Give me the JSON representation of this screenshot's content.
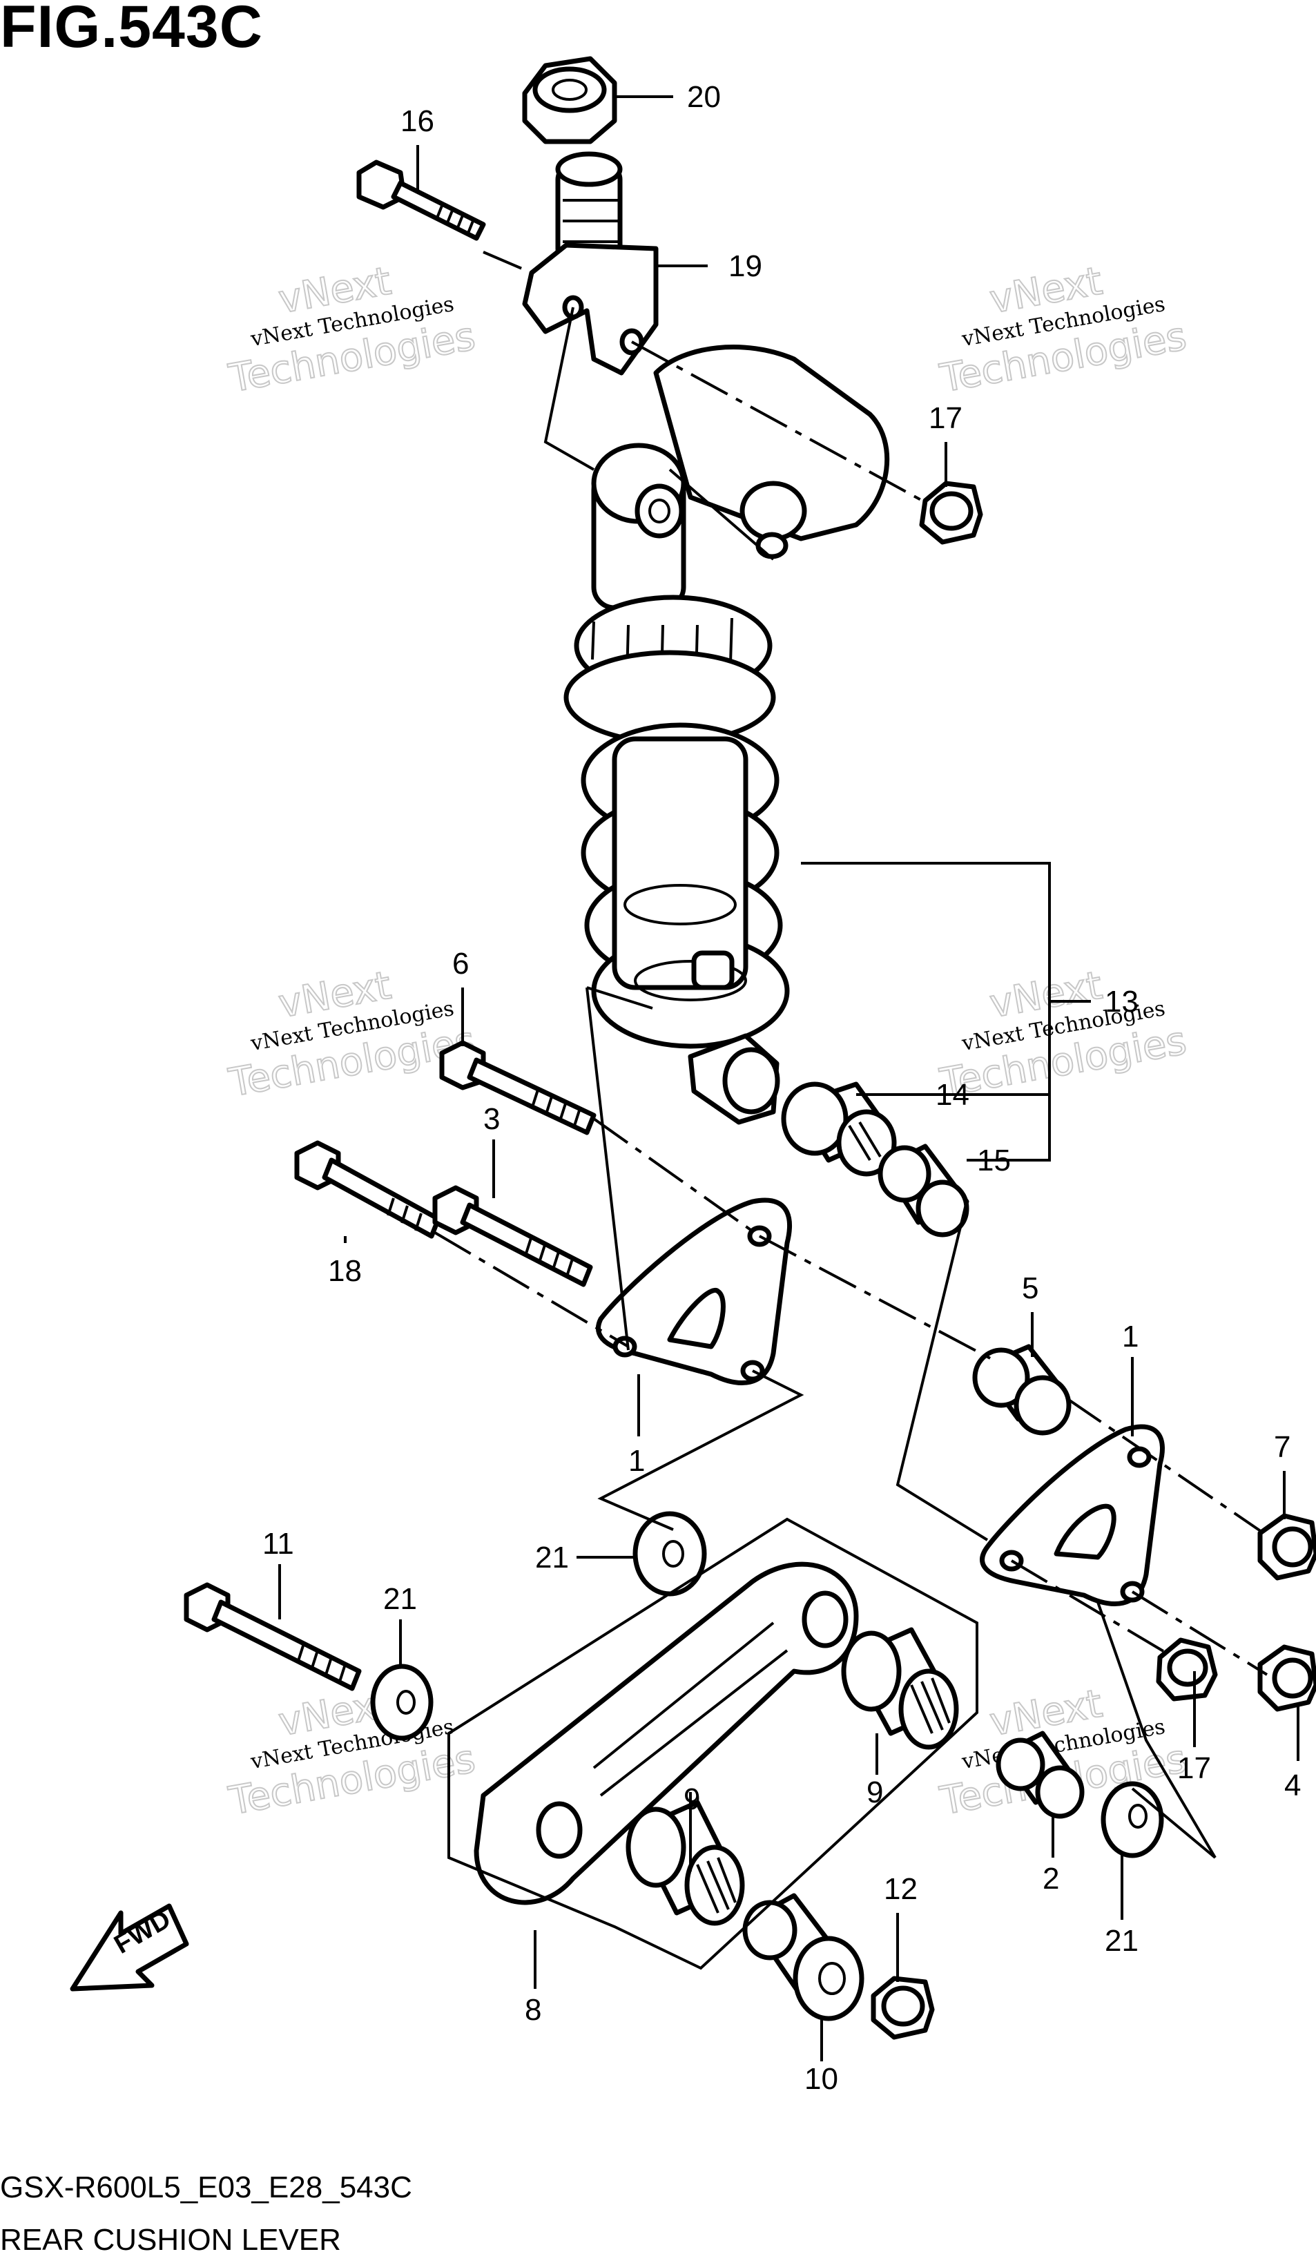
{
  "figure": {
    "title": "FIG.543C",
    "code": "GSX-R600L5_E03_E28_543C",
    "caption": "REAR CUSHION LEVER",
    "direction_label": "FWD"
  },
  "watermark": {
    "line1": "vNext Technologies",
    "line2": "vNext",
    "line3": "Technologies"
  },
  "callouts": [
    {
      "id": "c20",
      "label": "20"
    },
    {
      "id": "c16",
      "label": "16"
    },
    {
      "id": "c19",
      "label": "19"
    },
    {
      "id": "c17a",
      "label": "17"
    },
    {
      "id": "c6",
      "label": "6"
    },
    {
      "id": "c13",
      "label": "13"
    },
    {
      "id": "c14",
      "label": "14"
    },
    {
      "id": "c15",
      "label": "15"
    },
    {
      "id": "c3",
      "label": "3"
    },
    {
      "id": "c18",
      "label": "18"
    },
    {
      "id": "c5",
      "label": "5"
    },
    {
      "id": "c1a",
      "label": "1"
    },
    {
      "id": "c1b",
      "label": "1"
    },
    {
      "id": "c7",
      "label": "7"
    },
    {
      "id": "c21a",
      "label": "21"
    },
    {
      "id": "c11",
      "label": "11"
    },
    {
      "id": "c21b",
      "label": "21"
    },
    {
      "id": "c9a",
      "label": "9"
    },
    {
      "id": "c9b",
      "label": "9"
    },
    {
      "id": "c17b",
      "label": "17"
    },
    {
      "id": "c4",
      "label": "4"
    },
    {
      "id": "c2",
      "label": "2"
    },
    {
      "id": "c12",
      "label": "12"
    },
    {
      "id": "c21c",
      "label": "21"
    },
    {
      "id": "c8",
      "label": "8"
    },
    {
      "id": "c10",
      "label": "10"
    }
  ]
}
